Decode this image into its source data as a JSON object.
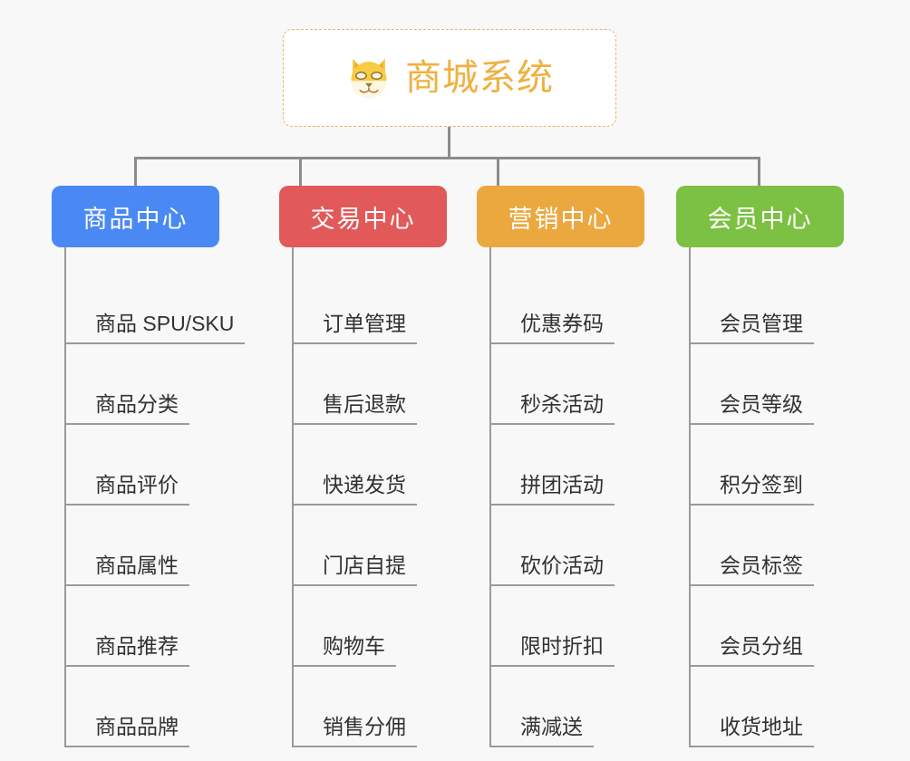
{
  "page": {
    "background_color": "#f8f8f8",
    "line_color": "#8c8c8c"
  },
  "root": {
    "title": "商城系统",
    "icon": "shiba-dog-face-emoji",
    "text_color": "#f0b03e",
    "border_color": "#eab464",
    "background_color": "#ffffff"
  },
  "columns": [
    {
      "header": "商品中心",
      "color": "#4a89f3",
      "items": [
        "商品 SPU/SKU",
        "商品分类",
        "商品评价",
        "商品属性",
        "商品推荐",
        "商品品牌"
      ]
    },
    {
      "header": "交易中心",
      "color": "#e2595a",
      "items": [
        "订单管理",
        "售后退款",
        "快递发货",
        "门店自提",
        "购物车",
        "销售分佣"
      ]
    },
    {
      "header": "营销中心",
      "color": "#eaa83e",
      "items": [
        "优惠券码",
        "秒杀活动",
        "拼团活动",
        "砍价活动",
        "限时折扣",
        "满减送"
      ]
    },
    {
      "header": "会员中心",
      "color": "#7cc143",
      "items": [
        "会员管理",
        "会员等级",
        "积分签到",
        "会员标签",
        "会员分组",
        "收货地址"
      ]
    }
  ]
}
